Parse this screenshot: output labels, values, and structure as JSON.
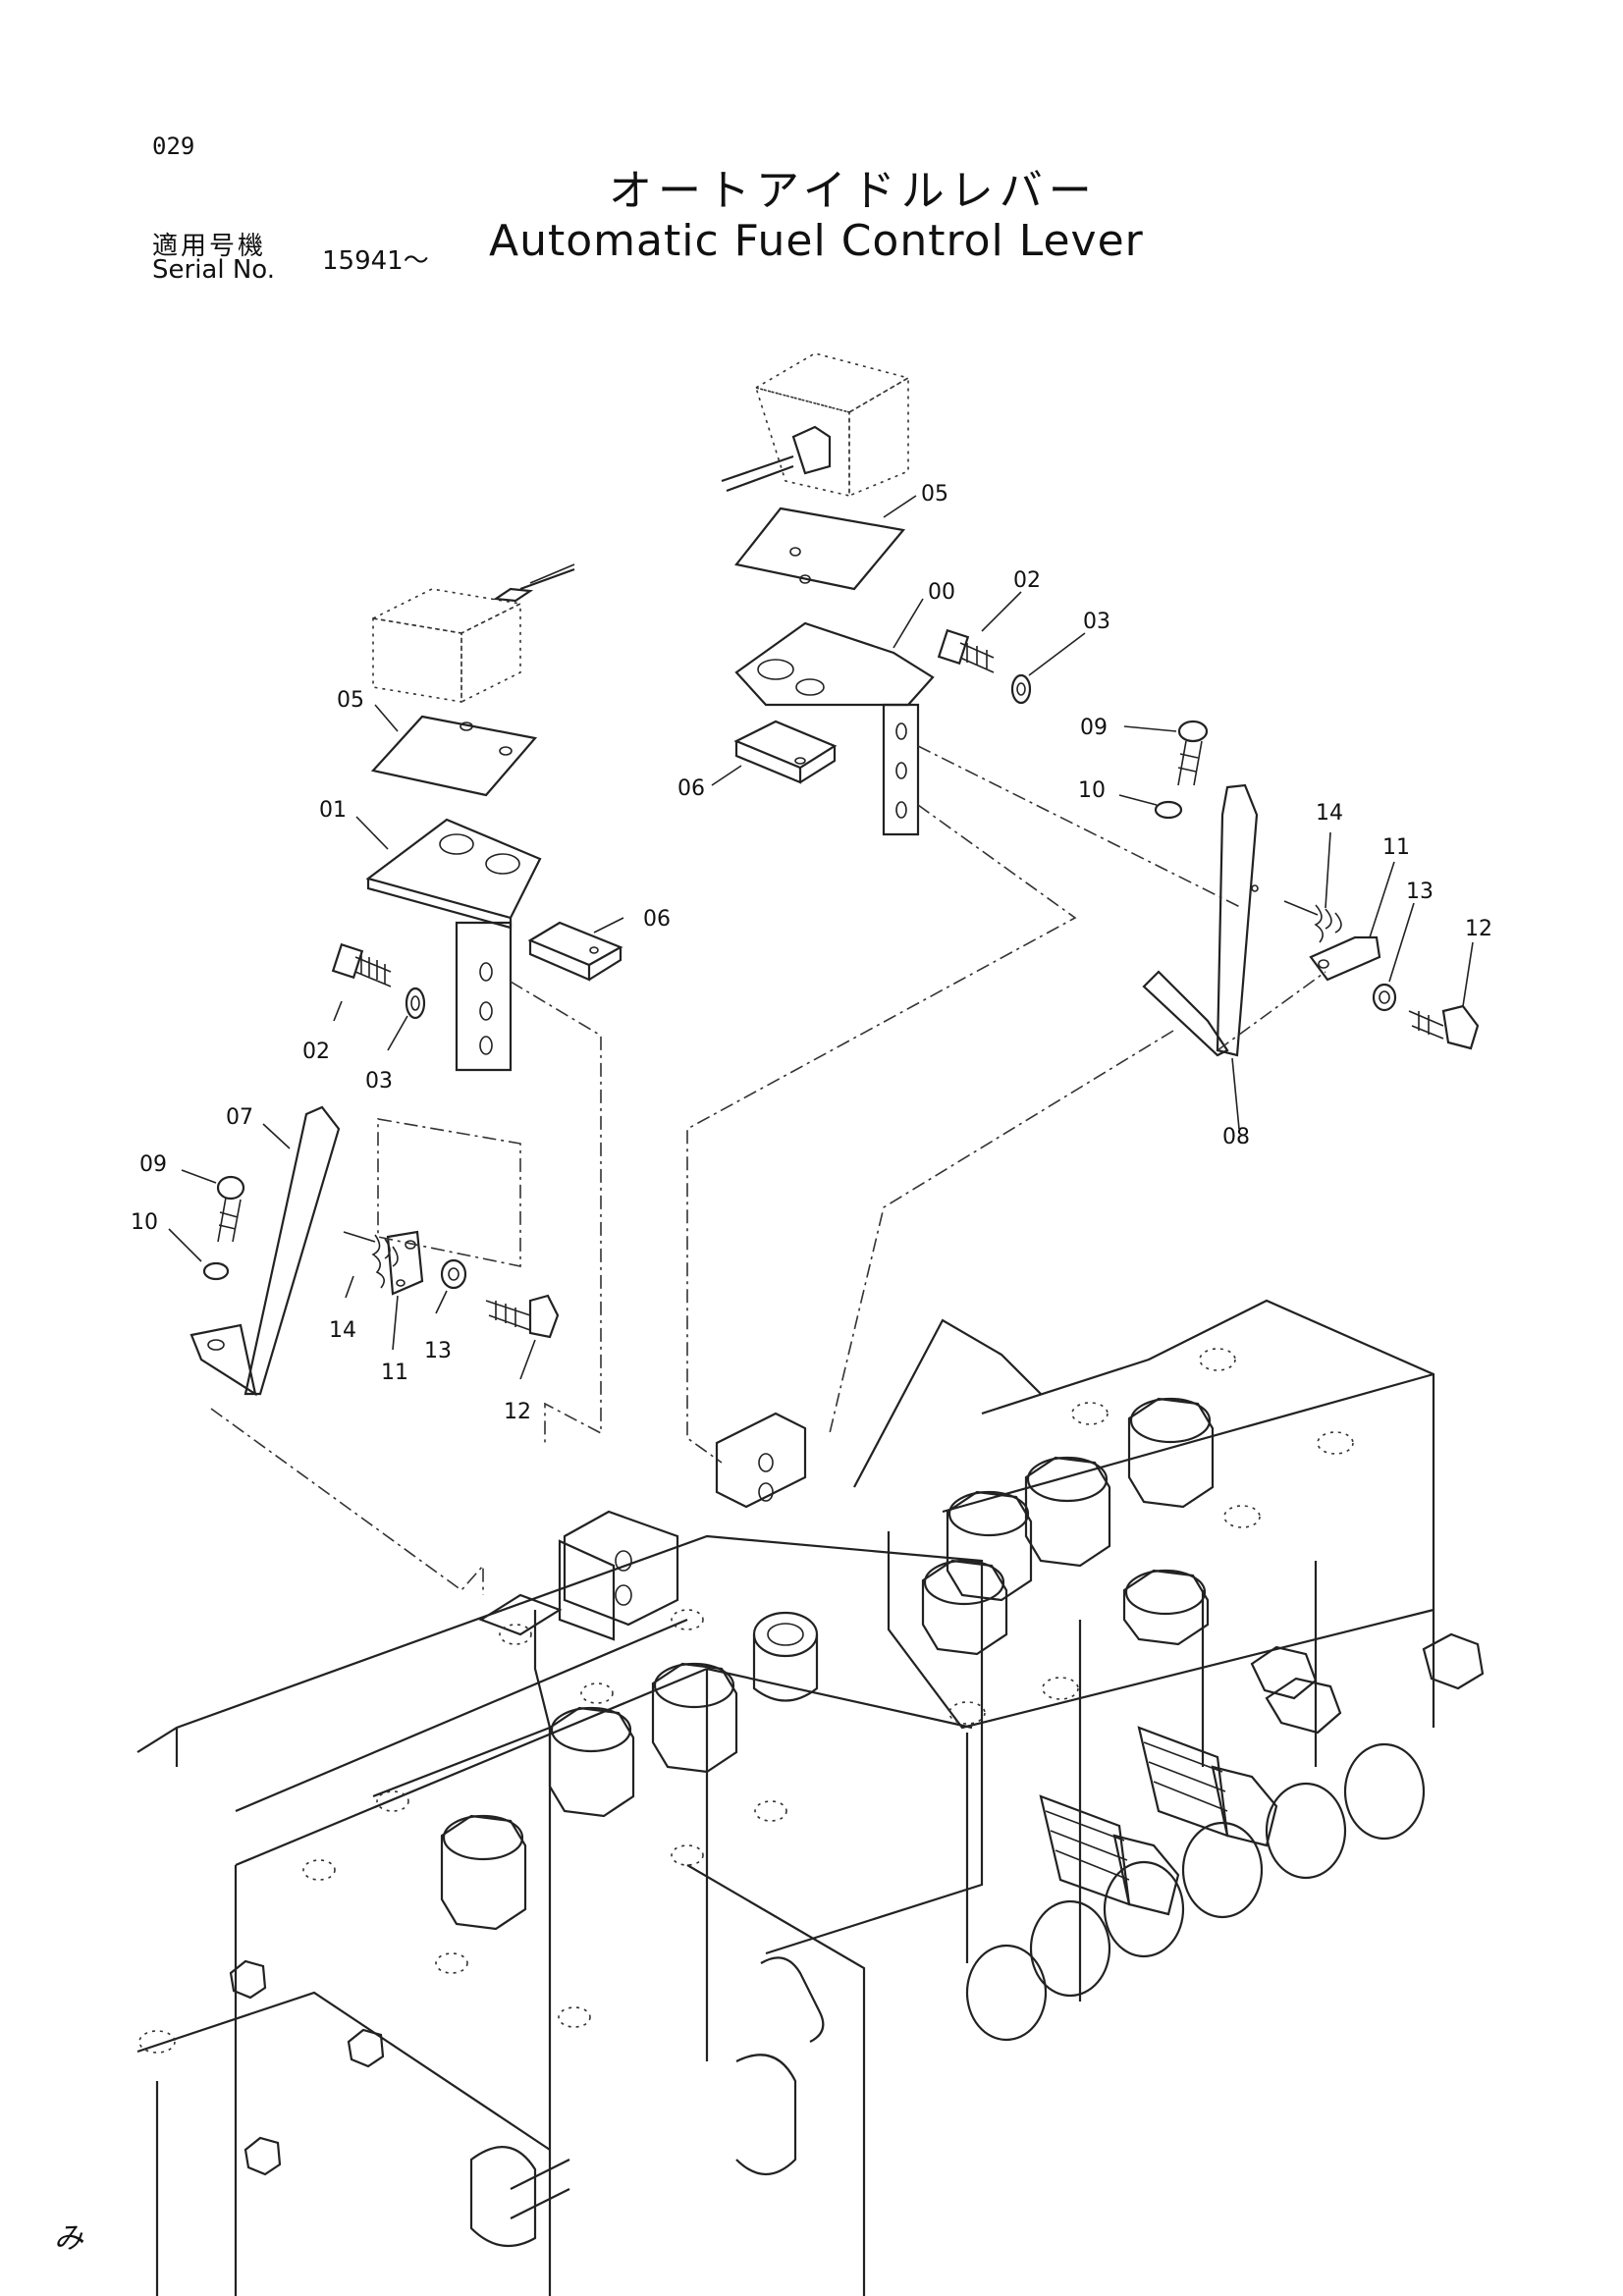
{
  "header": {
    "page_number": "029",
    "title_jp": "オートアイドルレバー",
    "title_en": "Automatic Fuel Control Lever",
    "serial_label_jp": "適用号機",
    "serial_label_en": "Serial No.",
    "serial_value": "15941～"
  },
  "callouts": {
    "left": {
      "p05": "05",
      "p01": "01",
      "p02": "02",
      "p03": "03",
      "p06": "06",
      "p07": "07",
      "p09": "09",
      "p10": "10",
      "p14": "14",
      "p11": "11",
      "p13": "13",
      "p12": "12"
    },
    "right": {
      "p05": "05",
      "p00": "00",
      "p02": "02",
      "p03": "03",
      "p06": "06",
      "p09": "09",
      "p10": "10",
      "p14": "14",
      "p11": "11",
      "p13": "13",
      "p12": "12",
      "p08": "08"
    }
  },
  "footer": {
    "mark": "み"
  }
}
